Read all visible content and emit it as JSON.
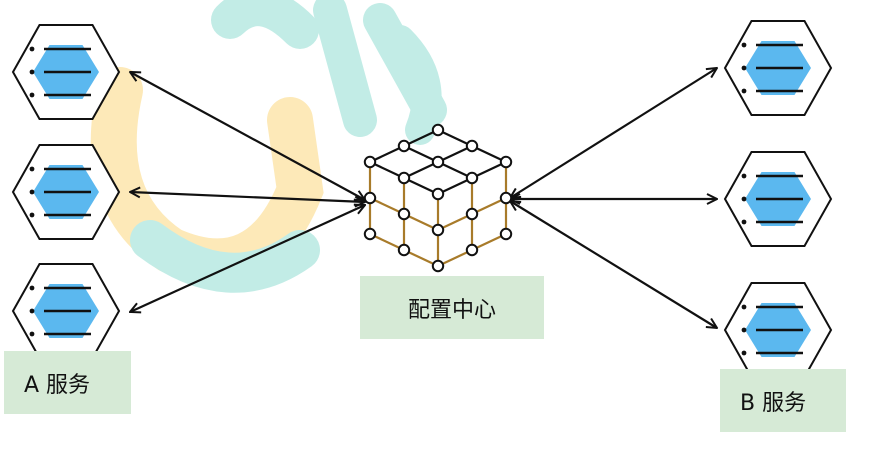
{
  "diagram": {
    "center_label": "配置中心",
    "group_a_label": "A 服务",
    "group_b_label": "B 服务"
  },
  "colors": {
    "node_fill": "#5bb8ef",
    "hex_stroke": "#111111",
    "cube_edge": "#a87b2a",
    "label_bg": "#d6ead6",
    "watermark_teal": "#c2ece6",
    "watermark_orange": "#fde9b8"
  }
}
